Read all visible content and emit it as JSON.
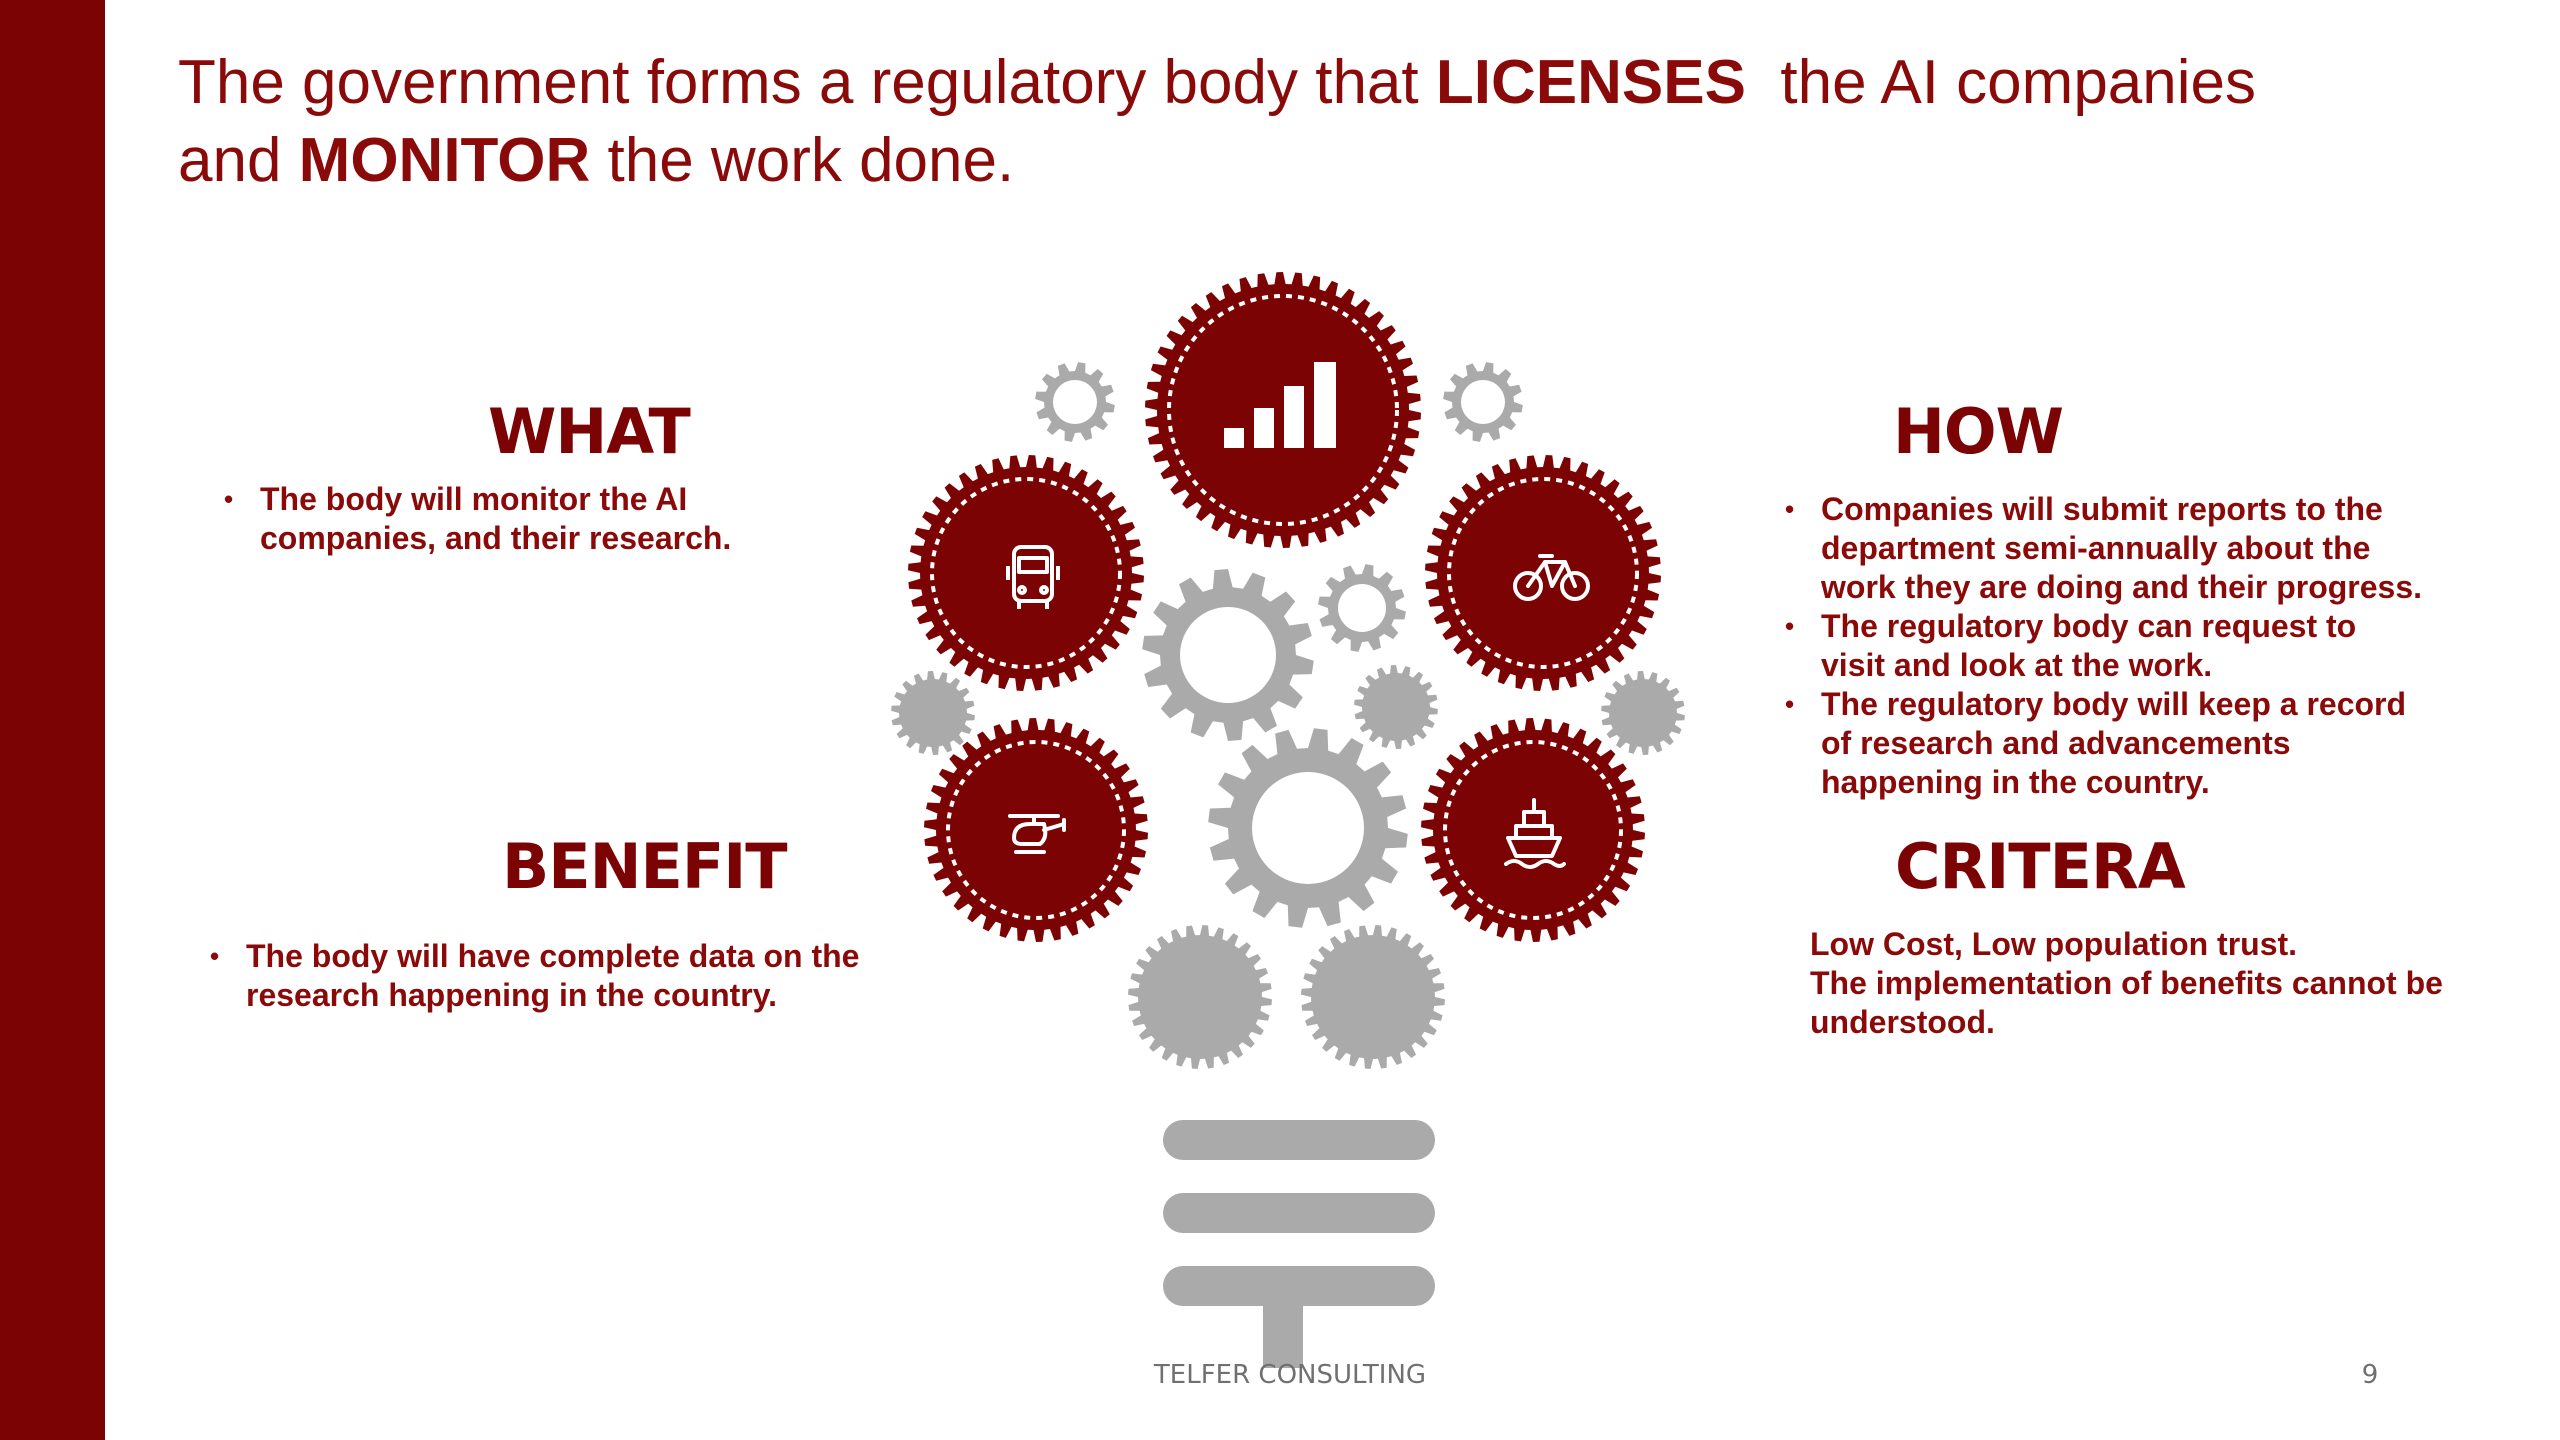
{
  "slide": {
    "title_parts": [
      "The government forms a regulatory body that ",
      "LICENSES",
      "  the AI companies",
      "and ",
      "MONITOR",
      " the work done."
    ],
    "footer": "TELFER CONSULTING",
    "page_number": "9"
  },
  "what": {
    "heading": "WHAT",
    "bullets": [
      [
        "The body will monitor the AI",
        "companies, and their research."
      ]
    ]
  },
  "how": {
    "heading": "HOW",
    "bullets": [
      [
        "Companies will submit reports to the",
        "department semi-annually about the",
        "work they are doing and their progress."
      ],
      [
        "The regulatory body can request to",
        "visit and look at the work."
      ],
      [
        "The regulatory body will keep a record",
        "of research and advancements",
        "happening in the country."
      ]
    ]
  },
  "benefit": {
    "heading": "BENEFIT",
    "bullets": [
      [
        "The body will have complete data on the",
        "research happening in the country."
      ]
    ]
  },
  "criteria": {
    "heading": "CRITERA",
    "lines": [
      "Low Cost, Low population trust.",
      "The implementation of benefits cannot be",
      "understood."
    ]
  },
  "graphic": {
    "colors": {
      "accent": "#7b0303",
      "gray": "#aaaaaa",
      "white": "#ffffff"
    },
    "gear_icons": [
      "bar-chart-icon",
      "bus-icon",
      "bicycle-icon",
      "helicopter-icon",
      "ship-icon"
    ]
  }
}
